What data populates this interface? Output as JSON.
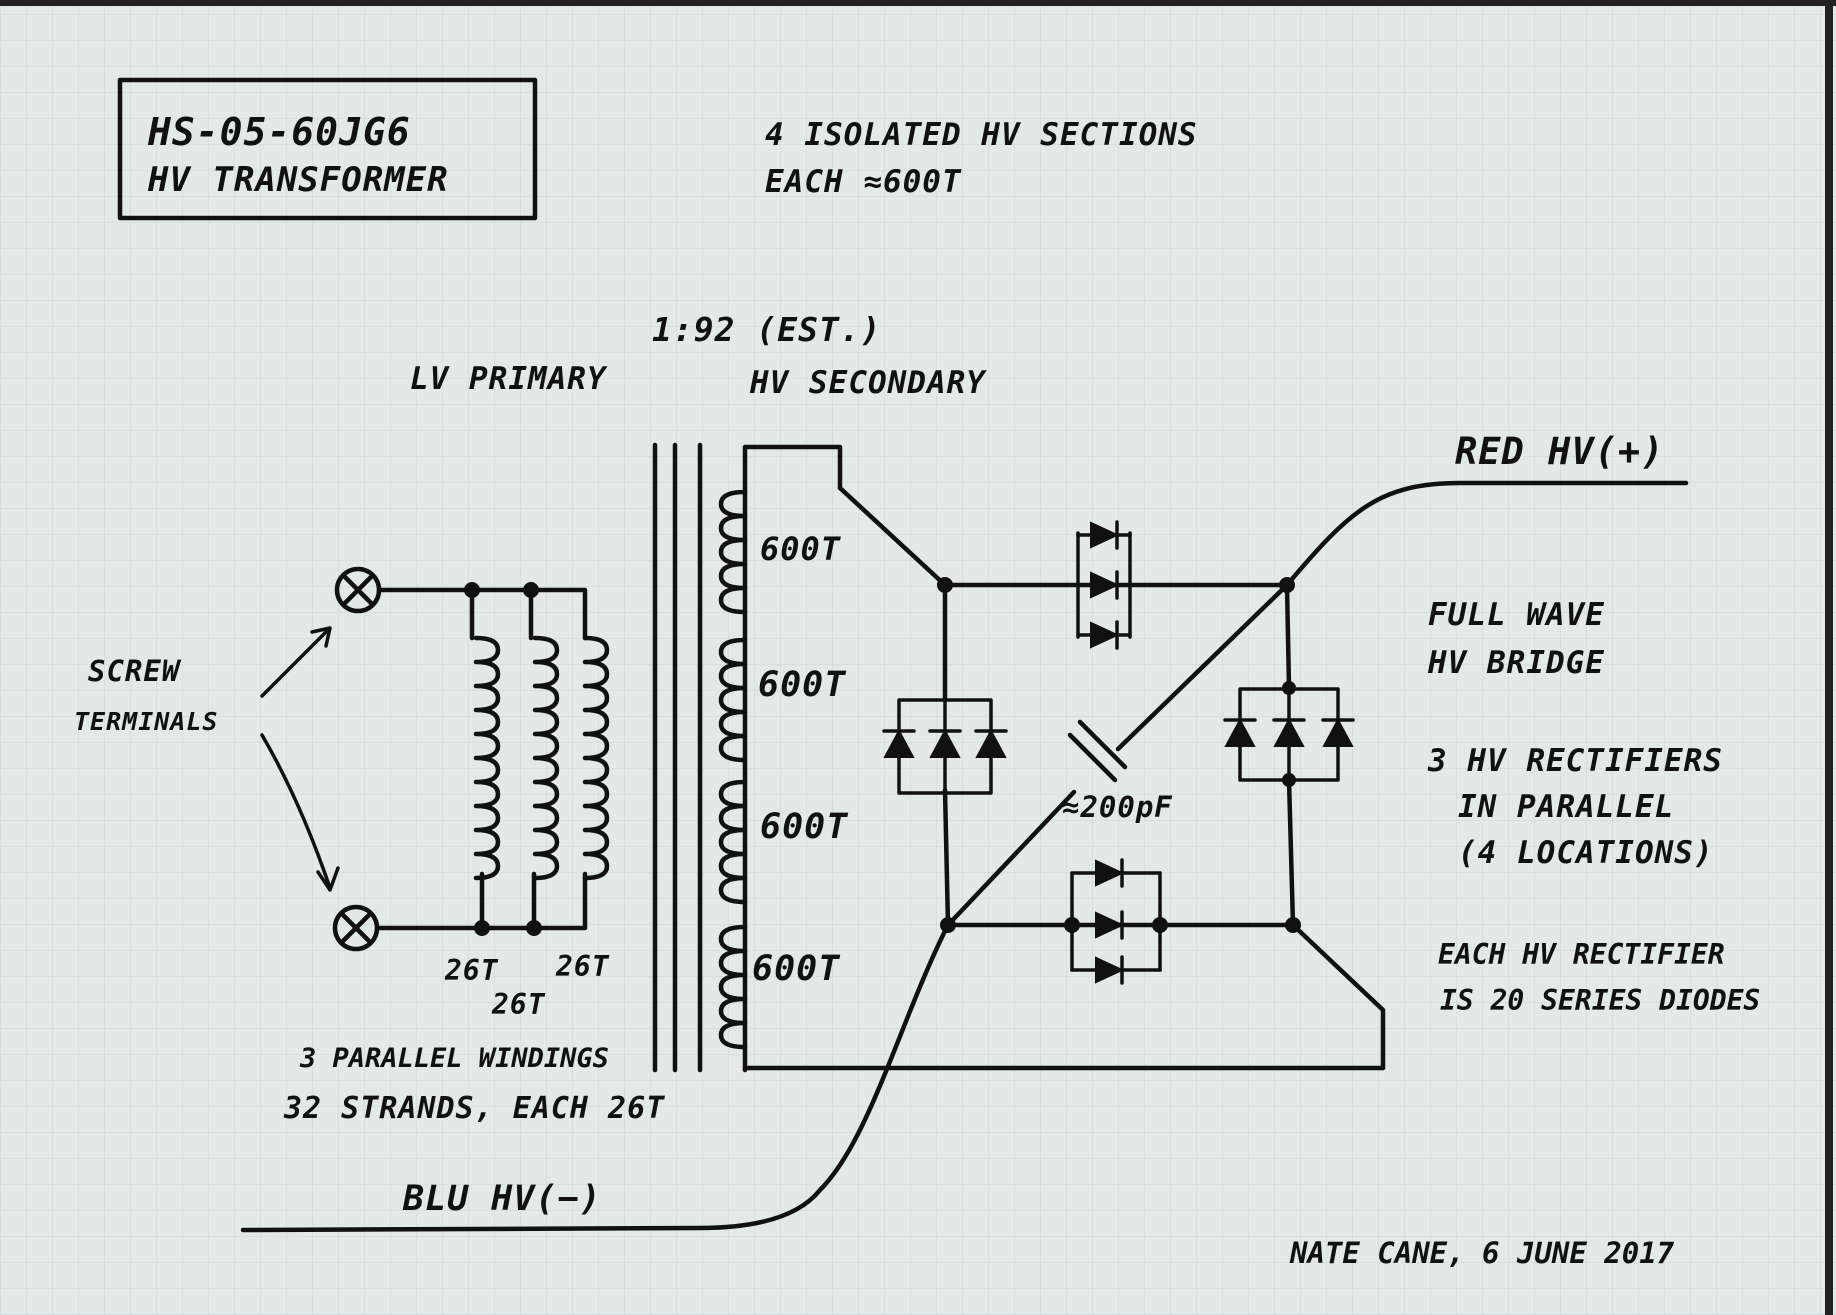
{
  "title_box": {
    "line1": "HS-05-60JG6",
    "line2": "HV TRANSFORMER"
  },
  "sections_note": {
    "line1": "4 ISOLATED HV SECTIONS",
    "line2": "EACH ≈600T"
  },
  "ratio": "1:92 (EST.)",
  "primary_label": "LV PRIMARY",
  "secondary_label": "HV SECONDARY",
  "screw_terminals": {
    "line1": "SCREW",
    "line2": "TERMINALS"
  },
  "primary_turns": [
    "26T",
    "26T",
    "26T"
  ],
  "primary_note": {
    "line1": "3 PARALLEL WINDINGS",
    "line2": "32 STRANDS, EACH 26T"
  },
  "secondary_turns": [
    "600T",
    "600T",
    "600T",
    "600T"
  ],
  "capacitor": "≈200pF",
  "red_output": "RED HV(+)",
  "blue_output": "BLU HV(−)",
  "bridge_note": {
    "line1": "FULL WAVE",
    "line2": "HV BRIDGE"
  },
  "rectifier_note": {
    "line1": "3 HV RECTIFIERS",
    "line2": "IN PARALLEL",
    "line3": "(4 LOCATIONS)"
  },
  "diode_note": {
    "line1": "EACH HV RECTIFIER",
    "line2": "IS 20 SERIES DIODES"
  },
  "signature": "NATE CANE, 6 JUNE 2017"
}
